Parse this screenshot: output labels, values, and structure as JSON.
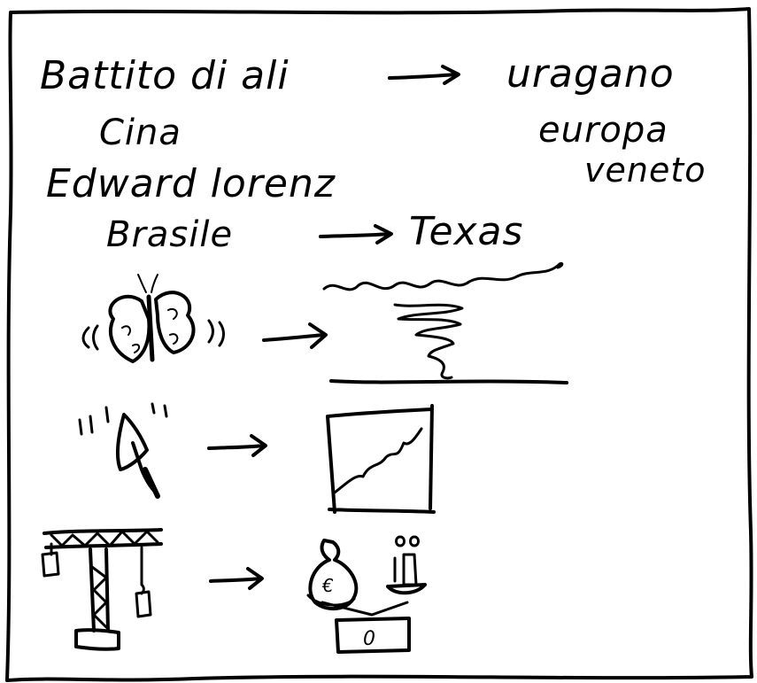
{
  "notes": {
    "line1_left": "Battito di ali",
    "line1_right": "uragano",
    "line2_left": "Cina",
    "line2_right": "europa",
    "line3_left": "Edward lorenz",
    "line3_right": "veneto",
    "line4_left": "Brasile",
    "line4_right": "Texas"
  },
  "chart_icon": {
    "label": "€"
  },
  "scale_icon": {
    "plate_label": "0"
  }
}
